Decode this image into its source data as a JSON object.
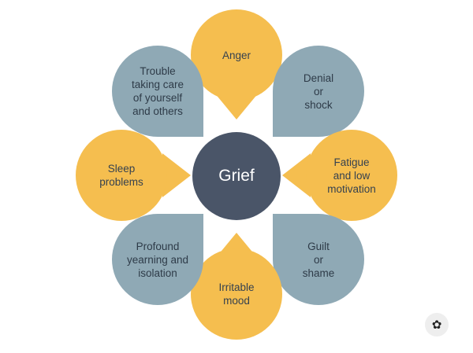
{
  "center": {
    "label": "Grief"
  },
  "petals": {
    "top": "Anger",
    "top_right": "Denial\nor\nshock",
    "right": "Fatigue\nand low\nmotivation",
    "bottom_right": "Guilt\nor\nshame",
    "bottom": "Irritable\nmood",
    "bottom_left": "Profound\nyearning and\nisolation",
    "left": "Sleep\nproblems",
    "top_left": "Trouble\ntaking care\nof yourself\nand others"
  },
  "colors": {
    "yellow": "#f5be4f",
    "blue": "#8fa9b5",
    "center": "#4a5568"
  },
  "badge_icon": "flower-icon"
}
